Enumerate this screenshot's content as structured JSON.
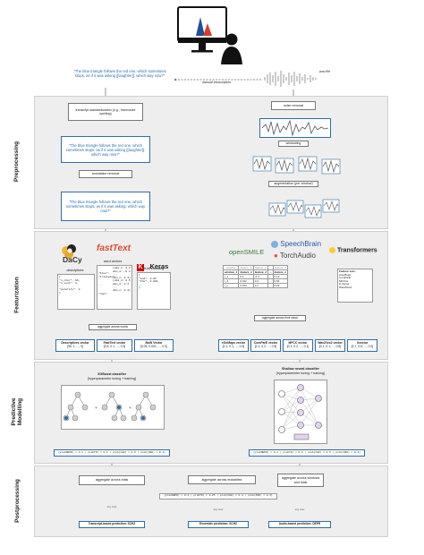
{
  "header": {
    "transcript_quote": "\"The blue triangle follows the red one, which sometimes stops, as if it was asking [[laughter]]: which way now?\"",
    "wav_label": ".wav file",
    "manual_transcription": "manual transcription"
  },
  "preprocessing": {
    "label": "Preprocessing",
    "standardization": "transcript standardization (e.g., harmonize spelling)",
    "quote_standardized": "\"The blue triangle follows the red one, which sometimes stops, as if it was asking [[laughter]]: which way now?\"",
    "annotation_removal": "annotation removal",
    "quote_clean": "\"The blue triangle follows the red one, which sometimes stops, as if it was asking: which way now?\"",
    "noise_removal": "noise removal",
    "windowing": "windowing",
    "augmentation": "augmentation (per window)"
  },
  "featurization": {
    "label": "Featurization",
    "libs": {
      "dacy": "DaCy",
      "fasttext": "fastText",
      "keras": "Keras",
      "opensmile": "openSMILE",
      "speechbrain": "SpeechBrain",
      "torchaudio": "TorchAudio",
      "transformers": "Transformers"
    },
    "descriptives": {
      "title": "descriptives",
      "lines": [
        "{",
        "\"n_char\": 96,",
        "\"n_sent\": 1,",
        "...",
        "\"polarity\": 0",
        "}"
      ]
    },
    "word_vectors": {
      "title": "word vectors",
      "col1": [
        "\"blue\":",
        "\"triangle\":",
        "...",
        "\"now\":"
      ],
      "col2": [
        "[dim_1: 0.2",
        "dim_2: -0.1",
        "...",
        "dim_n: 0.1]",
        "[dim_1: 0.5",
        "dim_2: 0.3",
        "...",
        "dim_n: 0.3]"
      ]
    },
    "tfidf": {
      "title": "tf-idf encoding",
      "lines": [
        "{",
        "\"and\": 0.05",
        "\"the\": 0.001,",
        "...",
        "}"
      ]
    },
    "aggregate_words": "aggregate across words",
    "aggregate_time": "aggregate across time steps",
    "feature_table": {
      "headers": [
        "window",
        "feature_1",
        "feature_2",
        "...",
        "feature_n"
      ],
      "rows": [
        [
          "window_1",
          "feature_1",
          "feature_2",
          "...",
          "feature_n"
        ],
        [
          "t_1",
          "0.1",
          "-0.1",
          "...",
          "0.12"
        ],
        [
          "t_2",
          "0.012",
          "0.4",
          "...",
          "0.54"
        ],
        [
          "t_n",
          "0.072",
          "0.7",
          "...",
          "0.22"
        ]
      ]
    },
    "feature_sets": {
      "title": "Feature sets:",
      "items": [
        "eGeMaps",
        "ComParE",
        "MFCCs",
        "X-Vector",
        "Wav2Vec2"
      ]
    },
    "outputs": [
      {
        "name": "Descriptives vector",
        "value": "[96, 1, ..., 0]"
      },
      {
        "name": "FastText vector",
        "value": "[0.5, 0.1, ..., 0.3]"
      },
      {
        "name": "BoW Vector",
        "value": "[0.05, 0.001, ..., 0.0]"
      },
      {
        "name": "eGeMaps vector",
        "value": "[0.1, 0.1, ..., 0.3]"
      },
      {
        "name": "ComParE vector",
        "value": "[2.1, 0.2, ..., 0.5]"
      },
      {
        "name": "MFCC vector",
        "value": "[0.1, 0.2, ..., 0.1]"
      },
      {
        "name": "Wav2Vec2 vector",
        "value": "[0.1, 0.1, ..., 0.6]"
      },
      {
        "name": "Xvector",
        "value": "[0.7, 0.6, ..., 0.2]"
      }
    ]
  },
  "modeling": {
    "label": "Predictive Modelling",
    "xgb_title": "XGBoost classifier",
    "xgb_sub": "[hyperparameter tuning + training]",
    "nn_title": "Shallow neural classifier",
    "nn_sub": "[hyperparameter tuning + training]",
    "xgb_probs": "{probDEPR) = 0.1 | probTD) = 0.2 | prob(CHZ) = 0.5 | prob(ASD) = 0.1}",
    "nn_probs": "{probDEPR) = 0.1 | probTD) = 0.2 | prob(CHZ) = 0.5 | prob(ASD) = 0.1}"
  },
  "postprocessing": {
    "label": "Postprocessing",
    "agg_trials": "aggregate across trials",
    "agg_modalities": "aggregate across modalities",
    "agg_windows": "aggregate across windows and trials",
    "combined_probs": "{probDEPR) = 0.4 | probTD) = 0.25 | prob(CHZ) = 0.4 | prob(ASD) = 0.1}",
    "argmax": "arg max",
    "pred_transcript": "Transcript-based prediction: SCHZ",
    "pred_ensemble": "Ensemble prediction: SCHZ",
    "pred_audio": "Audio-based prediction: DEPR"
  },
  "colors": {
    "accent_blue": "#2f6ea8",
    "triangle_blue": "#1f4e9c",
    "triangle_red": "#d63c2c",
    "band_gray": "#eeeeee"
  }
}
